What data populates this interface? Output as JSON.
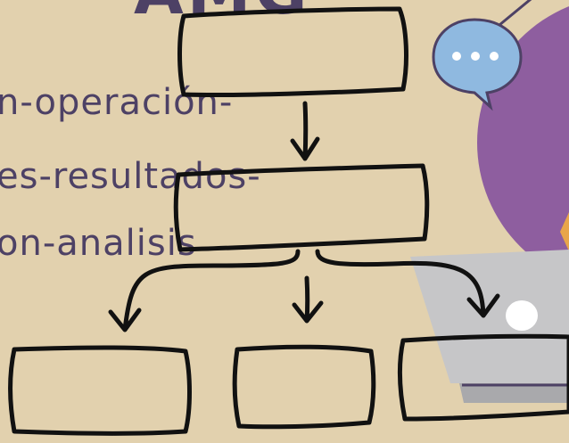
{
  "page": {
    "title_fragment": "AMG",
    "lines": [
      "n-operación-",
      "es-resultados-",
      "on-analisis"
    ]
  },
  "diagram": {
    "type": "hierarchy-flowchart",
    "nodes": [
      "top-box",
      "middle-box",
      "bottom-left-box",
      "bottom-center-box",
      "bottom-right-box"
    ],
    "edges": [
      [
        "top-box",
        "middle-box"
      ],
      [
        "middle-box",
        "bottom-left-box"
      ],
      [
        "middle-box",
        "bottom-center-box"
      ],
      [
        "middle-box",
        "bottom-right-box"
      ]
    ]
  },
  "decorations": {
    "speech_bubble_icon": "chat-bubble-ellipsis",
    "laptop_icon": "laptop",
    "colors": {
      "background": "#e2d1ae",
      "text": "#4d4165",
      "circle": "#8e5e9f",
      "bubble": "#8fb9e0",
      "laptop": "#c6c6c8"
    }
  }
}
